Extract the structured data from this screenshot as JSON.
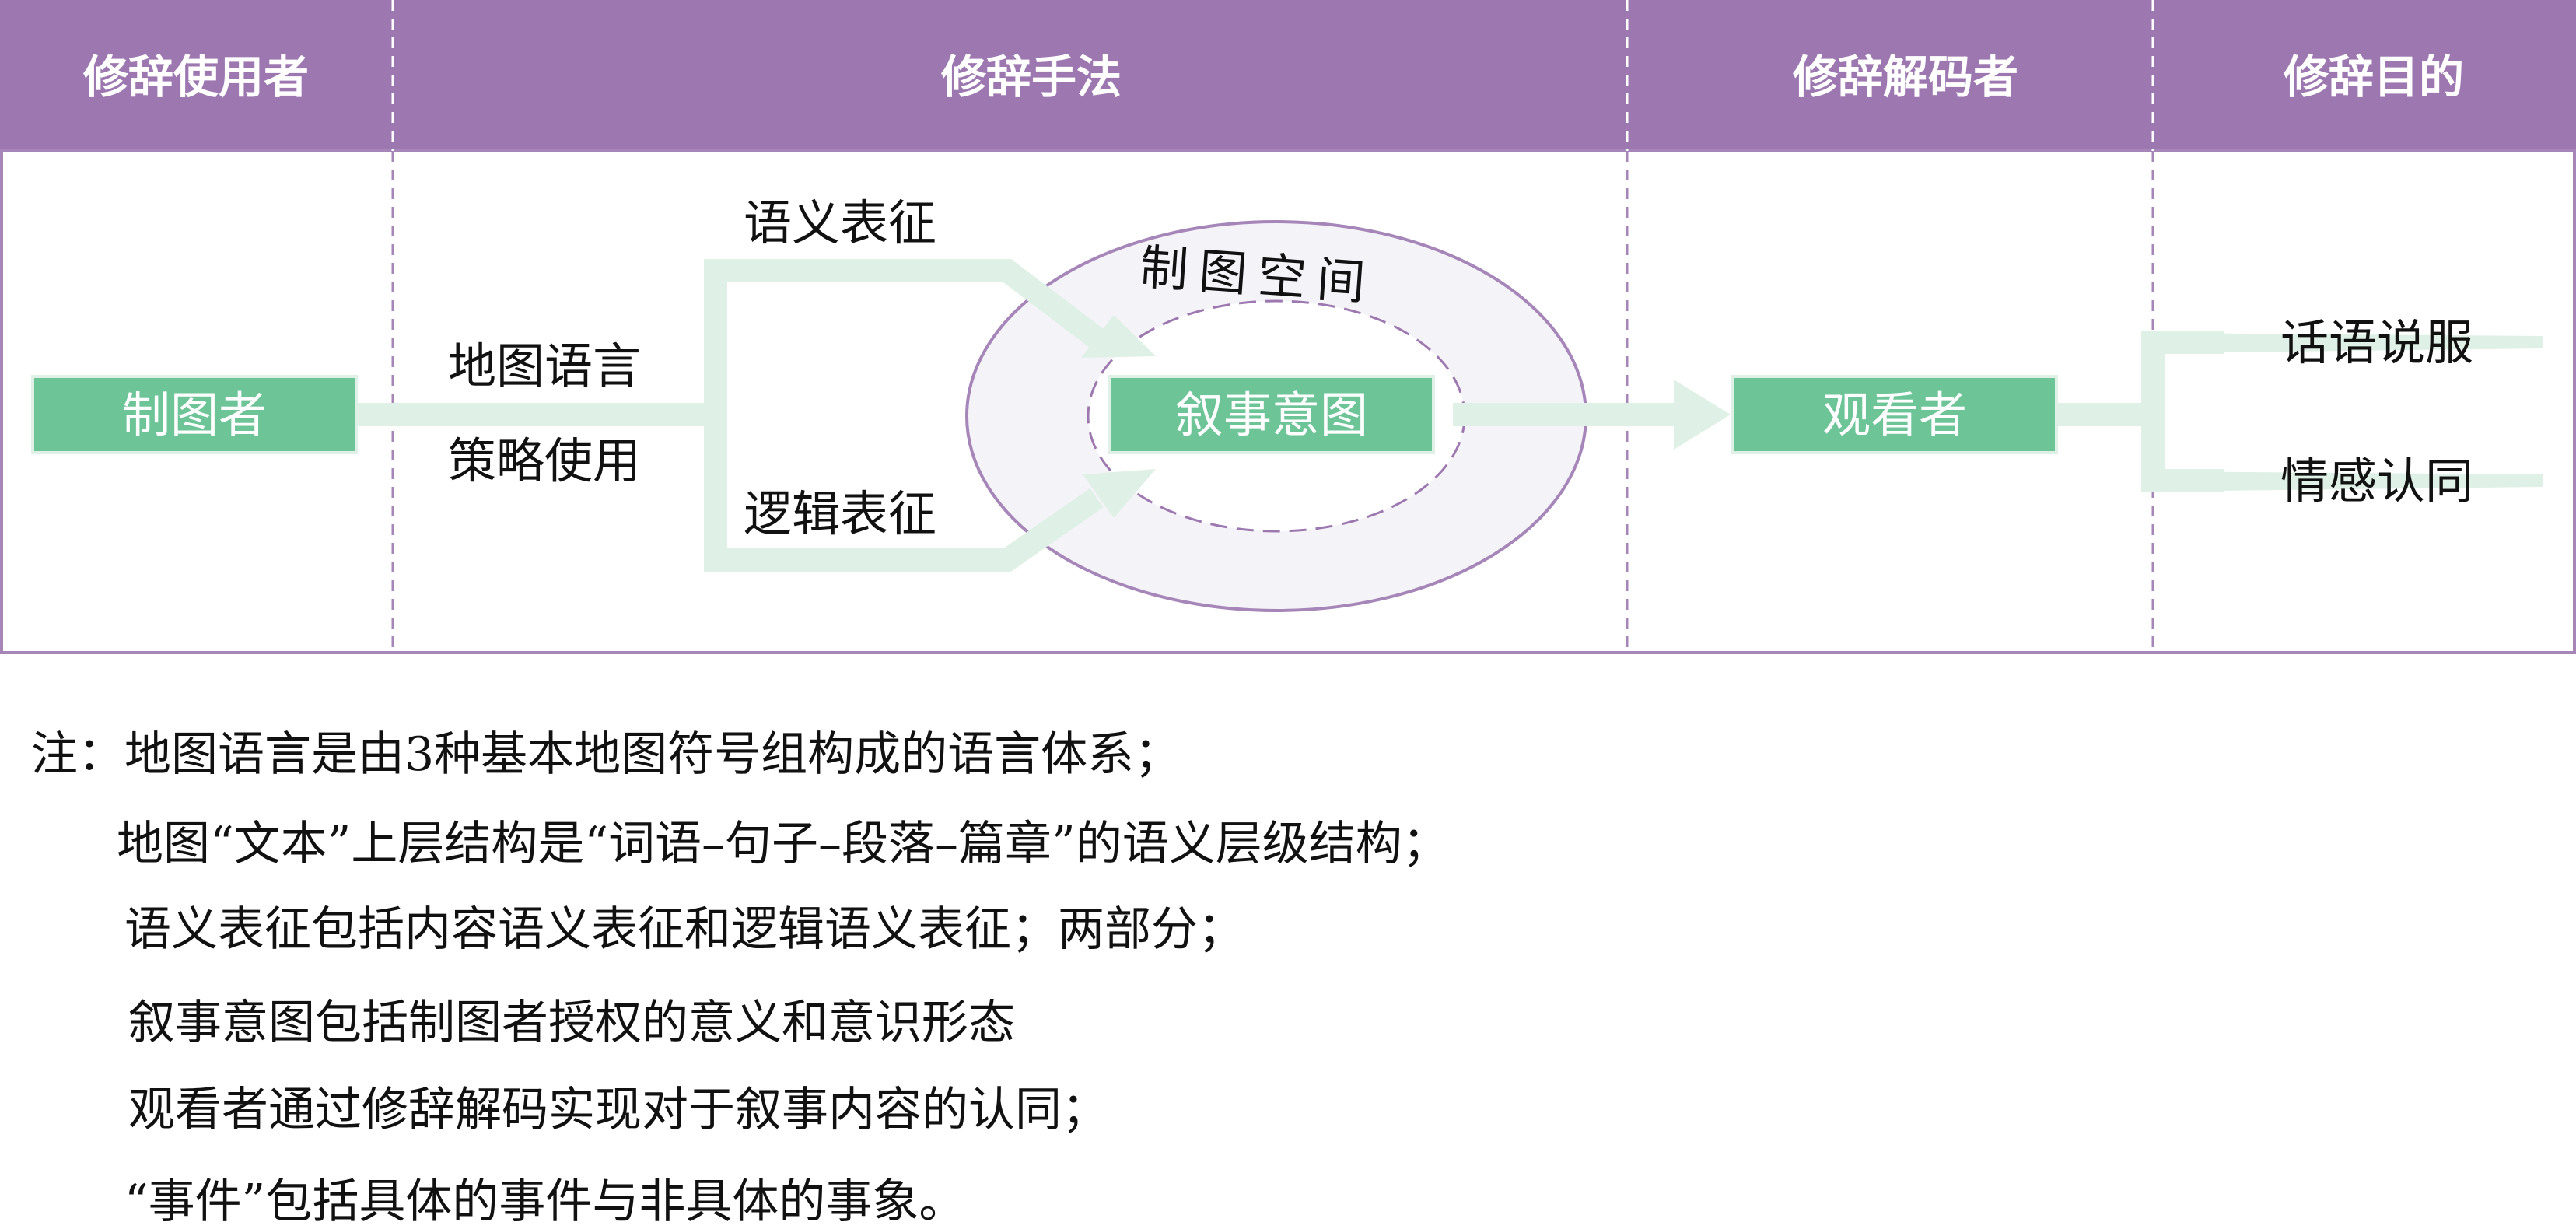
{
  "header": {
    "columns": [
      "修辞使用者",
      "修辞手法",
      "修辞解码者",
      "修辞目的"
    ]
  },
  "nodes": {
    "cartographer": "制图者",
    "strategy_line1": "地图语言",
    "strategy_line2": "策略使用",
    "semantic_rep": "语义表征",
    "logic_rep": "逻辑表征",
    "map_space": "制图空间",
    "narrative_intent": "叙事意图",
    "viewer": "观看者",
    "persuasion": "话语说服",
    "identification": "情感认同"
  },
  "notes": [
    "注：地图语言是由3种基本地图符号组构成的语言体系；",
    "地图“文本”上层结构是“词语–句子–段落–篇章”的语义层级结构；",
    "语义表征包括内容语义表征和逻辑语义表征；两部分；",
    "叙事意图包括制图者授权的意义和意识形态",
    "观看者通过修辞解码实现对于叙事内容的认同；",
    "“事件”包括具体的事件与非具体的事象。"
  ],
  "colors": {
    "header_purple": "#9d78b0",
    "box_green": "#6cc497",
    "flow_light_green": "#dff0e6",
    "border_purple": "#a686b8",
    "space_fill": "#f4f3f8"
  }
}
